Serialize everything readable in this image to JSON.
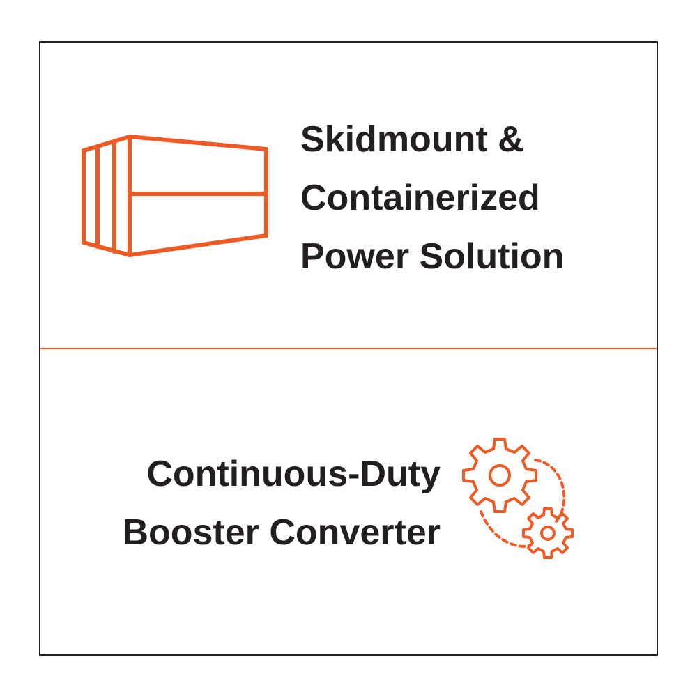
{
  "top_panel": {
    "line1": "Skidmount &",
    "line2": "Containerized",
    "line3": "Power Solution",
    "icon": "container-icon"
  },
  "bottom_panel": {
    "line1": "Continuous-Duty",
    "line2": "Booster Converter",
    "icon": "gears-icon"
  },
  "colors": {
    "accent": "#ef5a24",
    "text": "#231f20",
    "border": "#231f20",
    "background": "#ffffff"
  }
}
